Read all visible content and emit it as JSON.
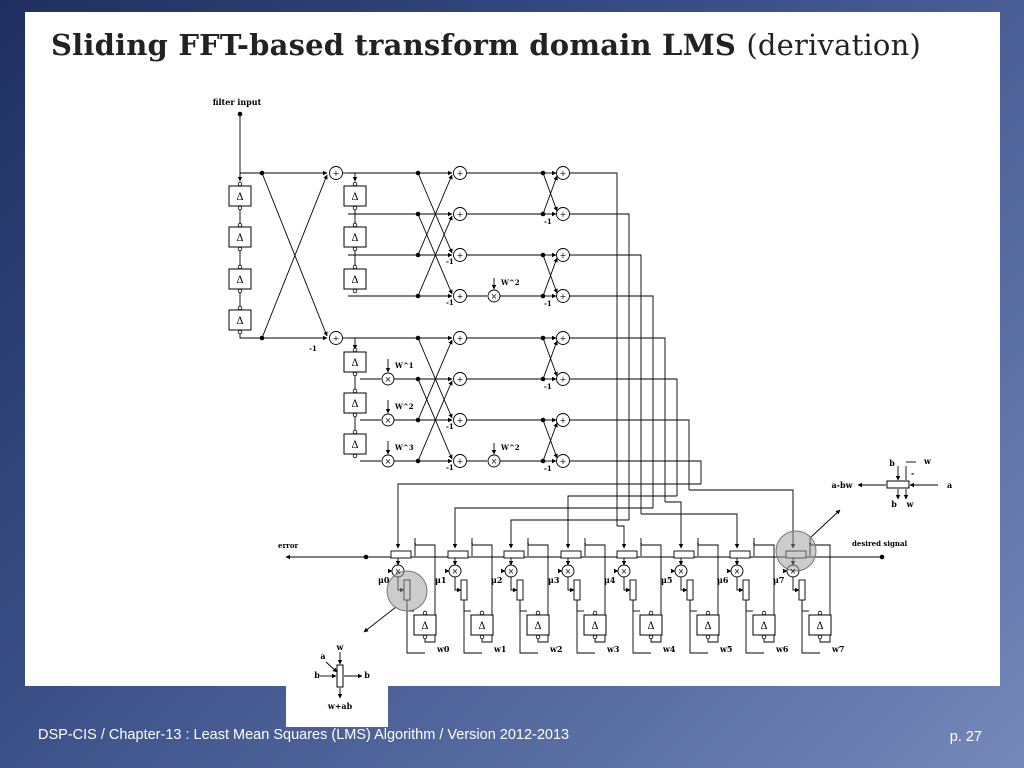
{
  "slide": {
    "title_main": "Sliding FFT-based transform domain LMS",
    "title_paren": "(derivation)"
  },
  "diagram": {
    "filter_input": "filter input",
    "delay": "Δ",
    "adder": "+",
    "multiplier": "×",
    "minus_one": "-1",
    "minus_sign": "-",
    "twiddles": [
      "W^1",
      "W^2",
      "W^3"
    ],
    "twiddle_w2": "W^2",
    "error": "error",
    "desired_signal": "desired signal",
    "mu_labels": [
      "μ0",
      "μ1",
      "μ2",
      "μ3",
      "μ4",
      "μ5",
      "μ6",
      "μ7"
    ],
    "w_labels": [
      "w0",
      "w1",
      "w2",
      "w3",
      "w4",
      "w5",
      "w6",
      "w7"
    ],
    "cell1": {
      "a": "a",
      "b": "b",
      "w": "w",
      "b_out": "b",
      "out": "w+ab"
    },
    "cell2": {
      "b": "b",
      "w": "w",
      "minus": "-",
      "in": "a",
      "out": "a-bw",
      "b_out": "b",
      "w_out": "w"
    }
  },
  "footer": {
    "text": "DSP-CIS  /  Chapter-13 : Least Mean Squares (LMS) Algorithm  /  Version 2012-2013",
    "page": "p. 27"
  }
}
